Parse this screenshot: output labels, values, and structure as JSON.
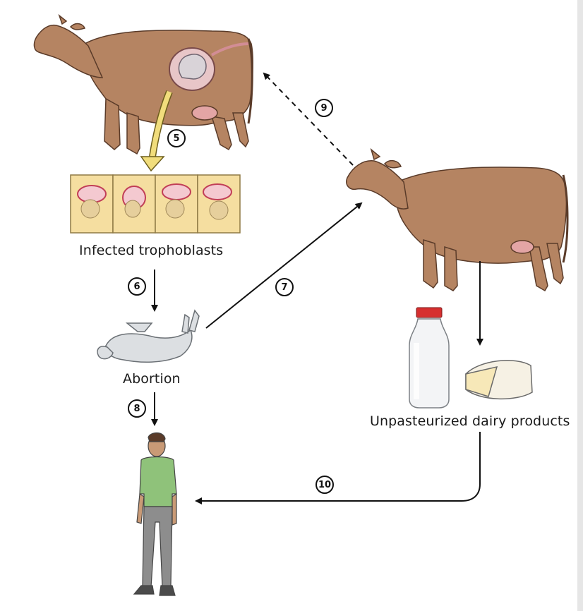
{
  "labels": {
    "trophoblasts": "Infected trophoblasts",
    "abortion": "Abortion",
    "dairy": "Unpasteurized dairy products"
  },
  "steps": {
    "s5": "5",
    "s6": "6",
    "s7": "7",
    "s8": "8",
    "s9": "9",
    "s10": "10"
  },
  "colors": {
    "cow_body": "#b58462",
    "cow_outline": "#5a3b29",
    "trophoblast_fill": "#f5dea0",
    "vacuole_red": "#d9536b",
    "arrow_yellow": "#f1dd7c",
    "shirt_green": "#8fc27a",
    "pants_gray": "#8d8d8d",
    "milk_cap": "#d62f2f"
  }
}
